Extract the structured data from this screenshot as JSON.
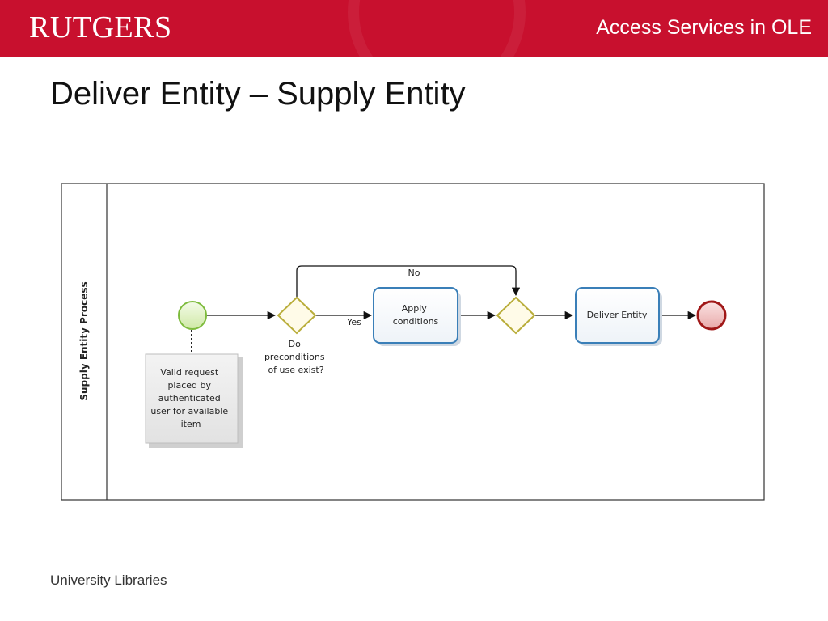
{
  "header": {
    "logo_text": "RUTGERS",
    "title": "Access Services in OLE",
    "color": "#c8102e"
  },
  "slide": {
    "title": "Deliver Entity – Supply Entity"
  },
  "diagram": {
    "pool_label": "Supply Entity  Process",
    "gateway_question": [
      "Do",
      "preconditions",
      "of use exist?"
    ],
    "edge_no": "No",
    "edge_yes": "Yes",
    "task_apply": [
      "Apply",
      "conditions"
    ],
    "task_deliver": "Deliver Entity",
    "annotation": [
      "Valid request",
      "placed by",
      "authenticated",
      "user for available",
      "item"
    ]
  },
  "footer": {
    "text": "University Libraries"
  }
}
